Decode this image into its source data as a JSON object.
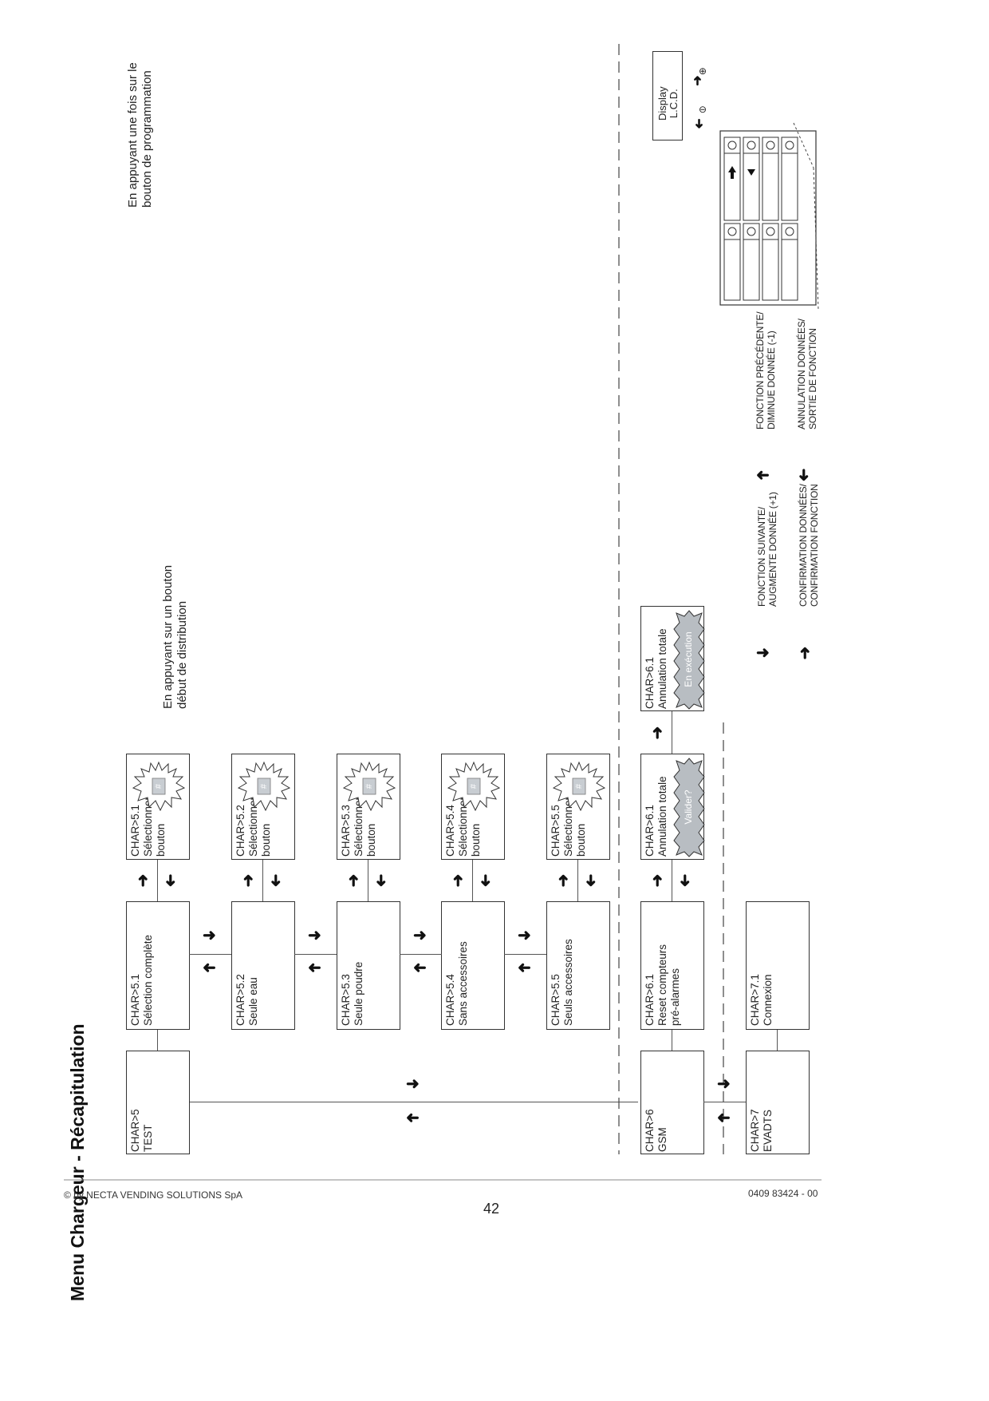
{
  "title": "Menu Chargeur - Récapitulation",
  "footer": {
    "copyright": "© by NECTA VENDING SOLUTIONS SpA",
    "page_number": "42",
    "doc_code": "0409 83424 - 00"
  },
  "notes": {
    "press_button_line1": "En appuyant sur un bouton",
    "press_button_line2": "début de distribution",
    "press_prog_line1": "En appuyant une fois sur le",
    "press_prog_line2": "bouton de programmation"
  },
  "menu": {
    "char5": {
      "code": "CHAR>5",
      "label": "TEST"
    },
    "char6": {
      "code": "CHAR>6",
      "label": "GSM"
    },
    "char7": {
      "code": "CHAR>7",
      "label": "EVADTS"
    },
    "sub5": [
      {
        "code": "CHAR>5.1",
        "label": "Sélection complète"
      },
      {
        "code": "CHAR>5.2",
        "label": "Seule eau"
      },
      {
        "code": "CHAR>5.3",
        "label": "Seule poudre"
      },
      {
        "code": "CHAR>5.4",
        "label": "Sans accessoires"
      },
      {
        "code": "CHAR>5.5",
        "label": "Seuls accessoires"
      }
    ],
    "sel5": [
      {
        "code": "CHAR>5.1",
        "line1": "Sélectionner",
        "line2": "bouton",
        "burst": "#"
      },
      {
        "code": "CHAR>5.2",
        "line1": "Sélectionner",
        "line2": "bouton",
        "burst": "#"
      },
      {
        "code": "CHAR>5.3",
        "line1": "Sélectionner",
        "line2": "bouton",
        "burst": "#"
      },
      {
        "code": "CHAR>5.4",
        "line1": "Sélectionner",
        "line2": "bouton",
        "burst": "#"
      },
      {
        "code": "CHAR>5.5",
        "line1": "Sélectionner",
        "line2": "bouton",
        "burst": "#"
      }
    ],
    "sub6": {
      "code": "CHAR>6.1",
      "line1": "Reset compteurs",
      "line2": "pré-alarmes"
    },
    "conf6": {
      "code": "CHAR>6.1",
      "label": "Annulation totale",
      "burst": "Valider?"
    },
    "exec6": {
      "code": "CHAR>6.1",
      "label": "Annulation totale",
      "burst": "En exécution"
    },
    "sub7": {
      "code": "CHAR>7.1",
      "label": "Connexion"
    }
  },
  "legend": {
    "next_line1": "FONCTION SUIVANTE/",
    "next_line2": "AUGMENTE DONNÉE (+1)",
    "prev_line1": "FONCTION PRÉCÉDENTE/",
    "prev_line2": "DIMINUE DONNÉE (-1)",
    "confirm_line1": "CONFIRMATION DONNÉES/",
    "confirm_line2": "CONFIRMATION FONCTION",
    "cancel_line1": "ANNULATION DONNÉES/",
    "cancel_line2": "SORTIE DE FONCTION"
  },
  "display": {
    "line1": "Display",
    "line2": "L.C.D."
  },
  "keypad": {
    "plus_symbol": "⊕",
    "minus_symbol": "⊖"
  },
  "icons": {
    "arrow_right": "arrow-right-icon",
    "arrow_left": "arrow-left-icon",
    "arrow_up": "arrow-up-icon",
    "arrow_down": "arrow-down-icon"
  }
}
